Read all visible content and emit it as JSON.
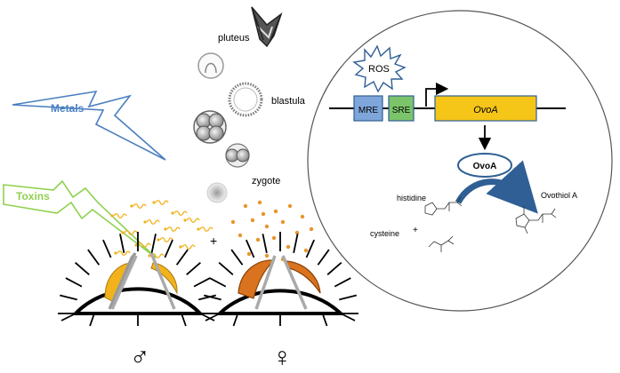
{
  "labels": {
    "pluteus": "pluteus",
    "blastula": "blastula",
    "zygote": "zygote",
    "metals": "Metals",
    "toxins": "Toxins",
    "ros": "ROS",
    "mre": "MRE",
    "sre": "SRE",
    "gene": "OvoA",
    "enzyme": "OvoA",
    "product": "Ovothiol A",
    "histidine": "histidine",
    "cysteine": "cysteine",
    "plus_fertilization": "+",
    "plus_substrates": "+",
    "male_symbol": "♂",
    "female_symbol": "♀"
  },
  "colors": {
    "metals": "#4a7fc1",
    "toxins": "#8fd14f",
    "mre_box": "#7fa6da",
    "sre_box": "#7cc46a",
    "gene_box": "#f5c518",
    "male_gonad": "#f2b21b",
    "female_gonad": "#d9731f",
    "sperm": "#f2b21b",
    "egg_dots": "#e8962a",
    "arrow_curve": "#2f5f94"
  }
}
